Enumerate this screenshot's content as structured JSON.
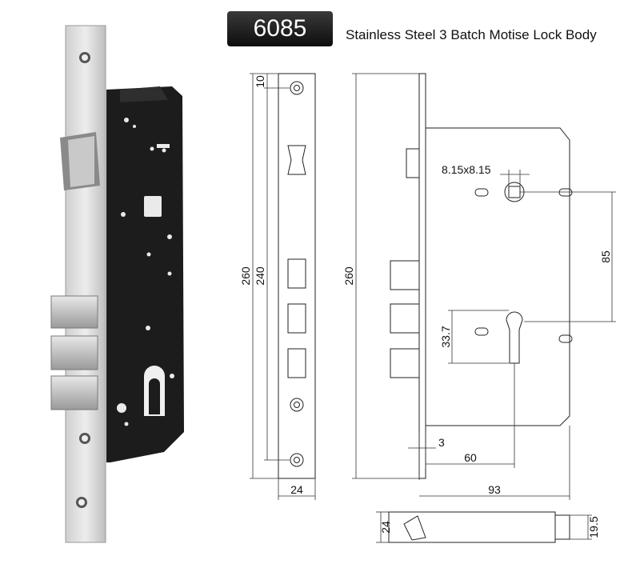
{
  "header": {
    "model_number": "6085",
    "title": "Stainless Steel 3 Batch Motise Lock Body"
  },
  "dimensions": {
    "faceplate_top_offset": "10",
    "faceplate_length": "260",
    "fixing_hole_spacing": "240",
    "faceplate_width": "24",
    "body_height": "260",
    "spindle_size": "8.15x8.15",
    "spindle_to_cylinder": "85",
    "cylinder_hole": "33.7",
    "faceplate_thickness": "3",
    "backset": "60",
    "body_depth": "93",
    "bottom_view_width": "24",
    "bottom_view_height": "19.5"
  },
  "colors": {
    "steel_light": "#d8d8d8",
    "steel_dark": "#8a8a8a",
    "body_black": "#1c1c1c",
    "badge": "#111111"
  }
}
